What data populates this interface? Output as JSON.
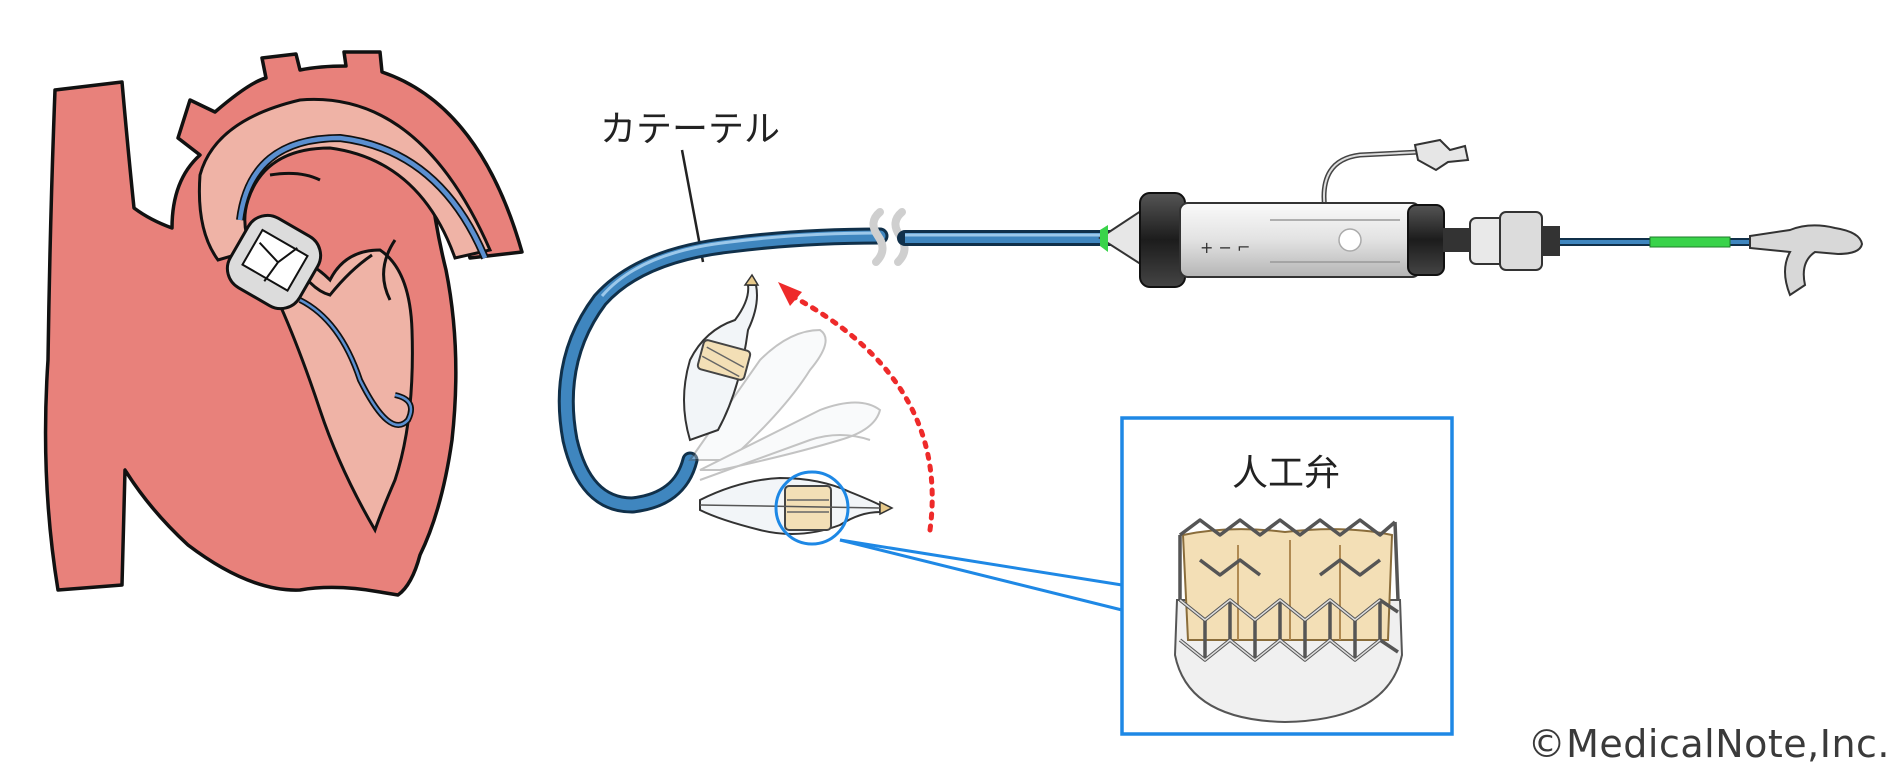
{
  "labels": {
    "catheter": "カテーテル",
    "artificial_valve": "人工弁",
    "copyright": "©MedicalNote,Inc."
  },
  "colors": {
    "heart_fill": "#e8817b",
    "heart_inner": "#efb3a6",
    "catheter_blue": "#3f86bf",
    "callout_blue": "#1e88e5",
    "arrow_red": "#ee2a2a",
    "valve_leaflet": "#f3dfb6",
    "accent_green": "#39d34a"
  }
}
